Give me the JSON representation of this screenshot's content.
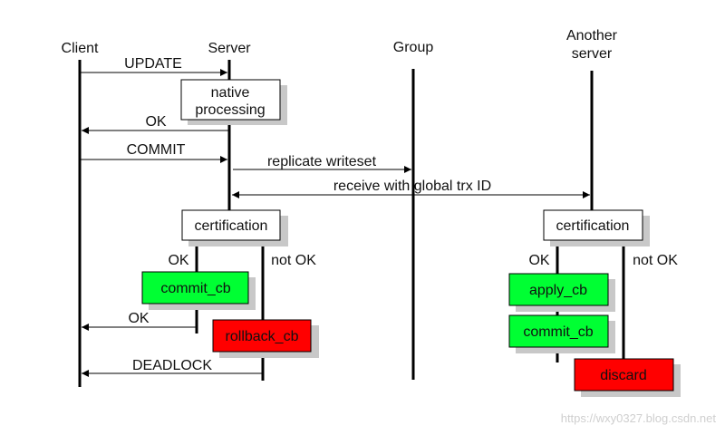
{
  "lanes": {
    "client": "Client",
    "server": "Server",
    "group": "Group",
    "another_line1": "Another",
    "another_line2": "server"
  },
  "messages": {
    "update": "UPDATE",
    "ok_native": "OK",
    "commit": "COMMIT",
    "replicate": "replicate writeset",
    "receive": "receive with  global trx ID",
    "ok_commit": "OK",
    "deadlock": "DEADLOCK"
  },
  "boxes": {
    "native": [
      "native",
      "processing"
    ],
    "cert_server": "certification",
    "commit_cb_server": "commit_cb",
    "rollback_cb": "rollback_cb",
    "cert_another": "certification",
    "apply_cb": "apply_cb",
    "commit_cb_another": "commit_cb",
    "discard": "discard"
  },
  "branches": {
    "server_ok": "OK",
    "server_not_ok": "not OK",
    "another_ok": "OK",
    "another_not_ok": "not OK"
  },
  "watermark": "https://wxy0327.blog.csdn.net",
  "colors": {
    "green": "#00ff33",
    "red": "#ff0000",
    "shadow": "#c8c8c8",
    "line": "#000000"
  }
}
